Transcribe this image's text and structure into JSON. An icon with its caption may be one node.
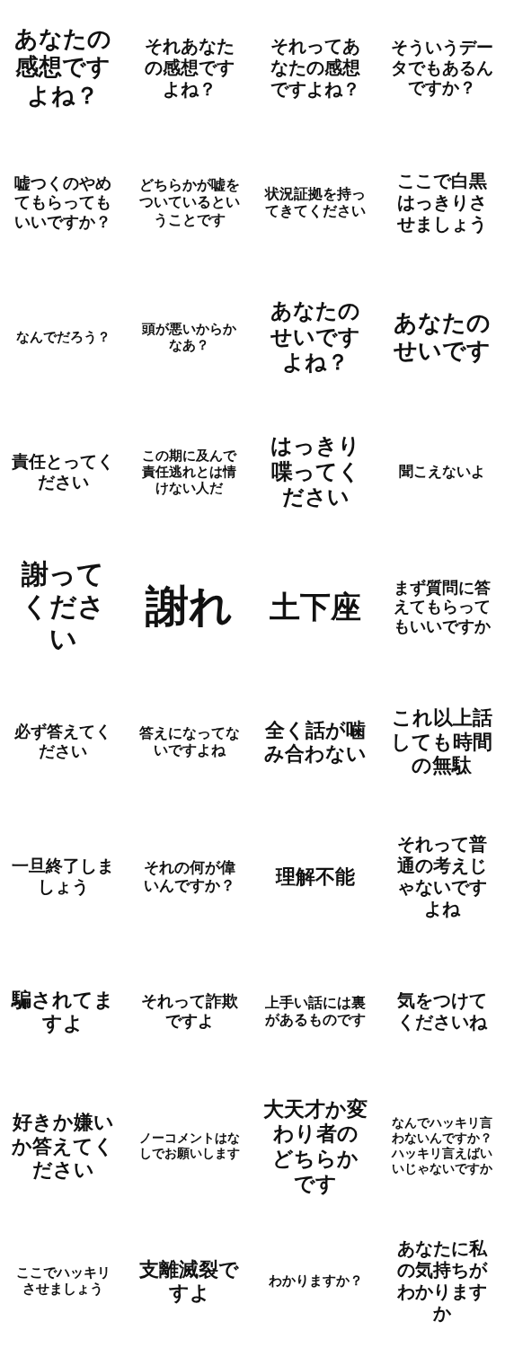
{
  "diagram": {
    "labels": [
      "あなたの感想ですよね？",
      "それあなたの感想ですよね？",
      "それってあなたの感想ですよね？",
      "そういうデータでもあるんですか？",
      "嘘つくのやめてもらってもいいですか？",
      "どちらかが嘘をついているということです",
      "状況証拠を持ってきてください",
      "ここで白黒はっきりさせましょう",
      "なんでだろう？",
      "頭が悪いからかなあ？",
      "あなたのせいですよね？",
      "あなたのせいです",
      "責任とってください",
      "この期に及んで責任逃れとは情けない人だ",
      "はっきり喋ってください",
      "聞こえないよ",
      "謝ってください",
      "謝れ",
      "土下座",
      "まず質問に答えてもらってもいいですか",
      "必ず答えてください",
      "答えになってないですよね",
      "全く話が噛み合わない",
      "これ以上話しても時間の無駄",
      "一旦終了しましょう",
      "それの何が偉いんですか？",
      "理解不能",
      "それって普通の考えじゃないですよね",
      "騙されてますよ",
      "それって詐欺ですよ",
      "上手い話には裏があるものです",
      "気をつけてくださいね",
      "好きか嫌いか答えてください",
      "ノーコメントはなしでお願いします",
      "大天才か変わり者のどちらかです",
      "なんでハッキリ言わないんですか？ハッキリ言えばいいじゃないですか",
      "ここでハッキリさせましょう",
      "支離滅裂ですよ",
      "わかりますか？",
      "あなたに私の気持ちがわかりますか"
    ]
  }
}
